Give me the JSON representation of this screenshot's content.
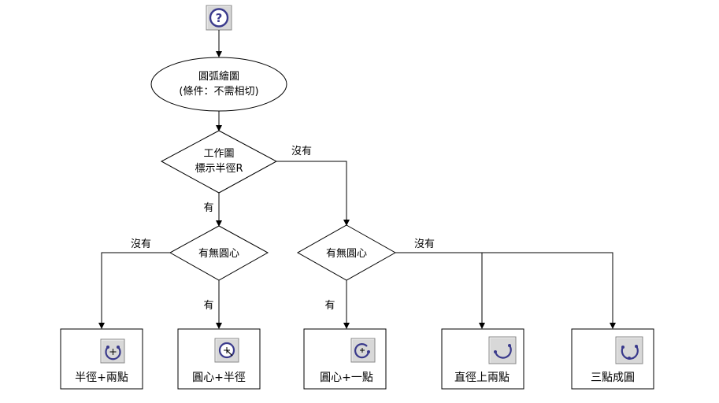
{
  "start_icon": "help-question-icon",
  "colors": {
    "icon_accent": "#3a3a8c",
    "button_face": "#d8d8d8"
  },
  "start": {
    "line1": "圓弧繪圖",
    "line2": "(條件：不需相切)"
  },
  "decision_main": {
    "line1": "工作圖",
    "line2": "標示半徑R"
  },
  "decision_left": {
    "label": "有無圓心"
  },
  "decision_right": {
    "label": "有無圓心"
  },
  "edges": {
    "main_yes": "有",
    "main_no": "沒有",
    "left_no": "沒有",
    "left_yes": "有",
    "right_yes": "有",
    "right_no": "沒有"
  },
  "results": [
    {
      "label": "半徑+兩點",
      "icon": "arc-radius-two-points-icon"
    },
    {
      "label": "圓心+半徑",
      "icon": "arc-center-radius-icon"
    },
    {
      "label": "圓心+一點",
      "icon": "arc-center-point-icon"
    },
    {
      "label": "直徑上兩點",
      "icon": "arc-diameter-two-points-icon"
    },
    {
      "label": "三點成圓",
      "icon": "arc-three-points-icon"
    }
  ]
}
